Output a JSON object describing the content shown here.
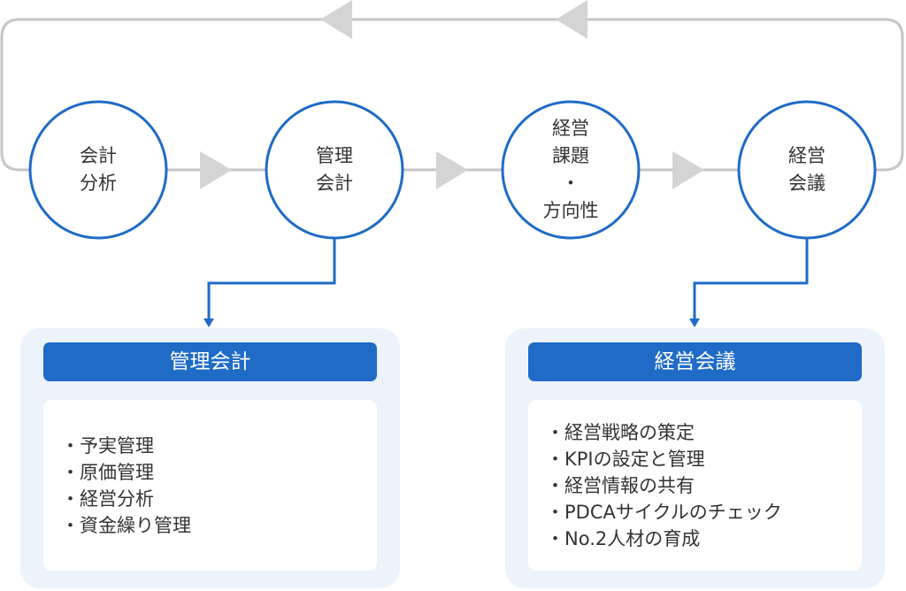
{
  "diagram": {
    "nodes": [
      {
        "lines": [
          "会計",
          "分析"
        ]
      },
      {
        "lines": [
          "管理",
          "会計"
        ]
      },
      {
        "lines": [
          "経営",
          "課題",
          "・",
          "方向性"
        ]
      },
      {
        "lines": [
          "経営",
          "会議"
        ]
      }
    ],
    "colors": {
      "circle_stroke": "#1f6bc6",
      "loop_line": "#c6c6c6",
      "arrow_fill": "#d4d4d4",
      "connector": "#1f6bc6",
      "panel_bg": "#edf3fb",
      "header_bg": "#1f6bc6"
    }
  },
  "panels": [
    {
      "title": "管理会計",
      "items": [
        "予実管理",
        "原価管理",
        "経営分析",
        "資金繰り管理"
      ]
    },
    {
      "title": "経営会議",
      "items": [
        "経営戦略の策定",
        "KPIの設定と管理",
        "経営情報の共有",
        "PDCAサイクルのチェック",
        "No.2人材の育成"
      ]
    }
  ]
}
